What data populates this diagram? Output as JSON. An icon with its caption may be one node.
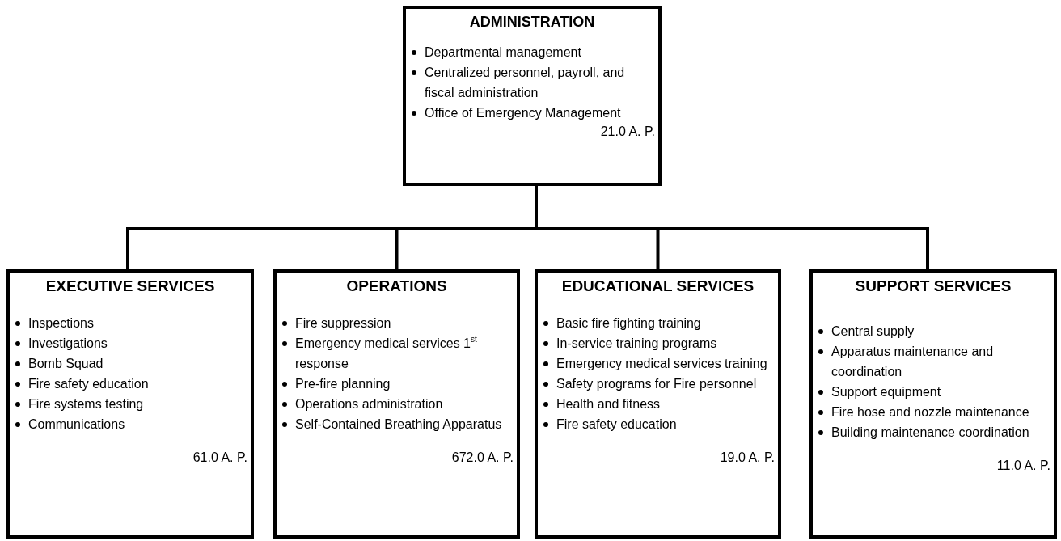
{
  "diagram": {
    "nodes": [
      {
        "text": [
          "ADMINISTRATION",
          "Departmental management",
          "Centralized personnel, payroll, and fiscal administration",
          "Office of Emergency Management",
          "21.0 A. P."
        ]
      },
      {
        "text": [
          "EXECUTIVE SERVICES",
          "Inspections",
          "Investigations",
          "Bomb Squad",
          "Fire safety education",
          "Fire systems testing",
          "Communications",
          "61.0 A. P."
        ]
      },
      {
        "text": [
          "OPERATIONS",
          "Fire suppression",
          "Emergency medical services 1$^{st}$ response",
          "Pre-fire planning",
          "Operations administration",
          "Self-Contained Breathing Apparatus",
          "672.0 A. P."
        ]
      },
      {
        "text": [
          "EDUCATIONAL SERVICES",
          "Basic fire fighting training",
          "In-service training programs",
          "Emergency medical services training",
          "Safety programs for Fire personnel",
          "Health and fitness",
          "Fire safety education",
          "19.0 A. P."
        ]
      },
      {
        "text": [
          "SUPPORT SERVICES",
          "Central supply",
          "Apparatus maintenance and coordination",
          "Support equipment",
          "Fire hose and nozzle maintenance",
          "Building maintenance coordination",
          "11.0 A. P."
        ]
      }
    ],
    "edges": [
      {
        "from": 0,
        "to": 1,
        "arrow": "none"
      },
      {
        "from": 0,
        "to": 2,
        "arrow": "none"
      },
      {
        "from": 0,
        "to": 3,
        "arrow": "none"
      },
      {
        "from": 0,
        "to": 4,
        "arrow": "none"
      }
    ]
  }
}
